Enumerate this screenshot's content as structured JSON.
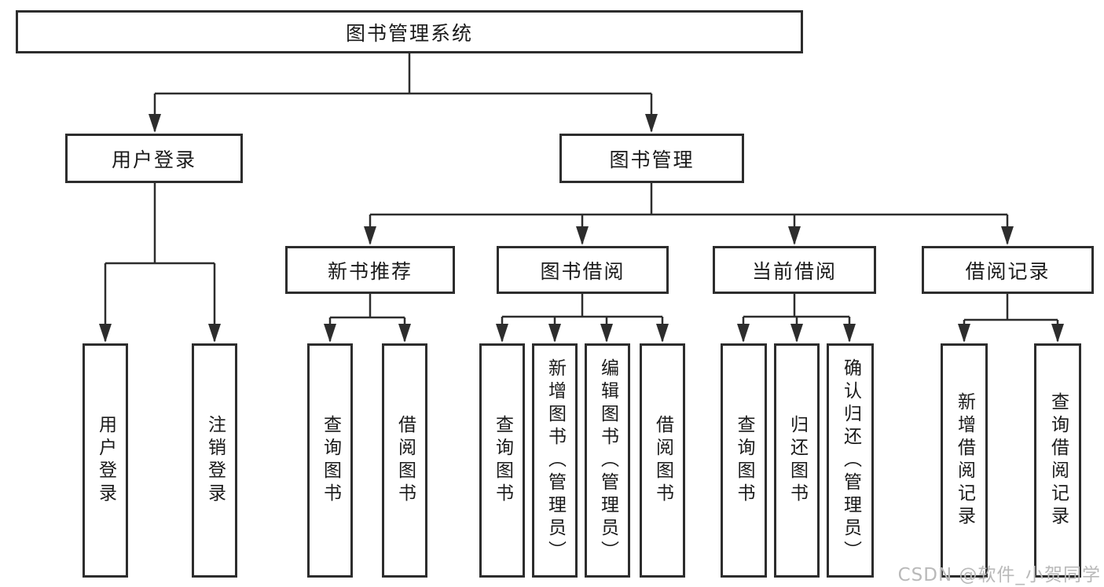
{
  "tree": {
    "label": "图书管理系统",
    "children": [
      {
        "label": "用户登录",
        "children": [
          {
            "label": "用户登录"
          },
          {
            "label": "注销登录"
          }
        ]
      },
      {
        "label": "图书管理",
        "children": [
          {
            "label": "新书推荐",
            "children": [
              {
                "label": "查询图书"
              },
              {
                "label": "借阅图书"
              }
            ]
          },
          {
            "label": "图书借阅",
            "children": [
              {
                "label": "查询图书"
              },
              {
                "label": "新增图书（管理员）"
              },
              {
                "label": "编辑图书（管理员）"
              },
              {
                "label": "借阅图书"
              }
            ]
          },
          {
            "label": "当前借阅",
            "children": [
              {
                "label": "查询图书"
              },
              {
                "label": "归还图书"
              },
              {
                "label": "确认归还（管理员）"
              }
            ]
          },
          {
            "label": "借阅记录",
            "children": [
              {
                "label": "新增借阅记录"
              },
              {
                "label": "查询借阅记录"
              }
            ]
          }
        ]
      }
    ]
  },
  "watermark": "CSDN @软件_小贺同学",
  "colors": {
    "line": "#2d2d2d",
    "box_border": "#2d2d2d",
    "box_fill": "#ffffff",
    "text": "#1a1a1a",
    "watermark": "#b9b9b9",
    "background": "#ffffff"
  }
}
